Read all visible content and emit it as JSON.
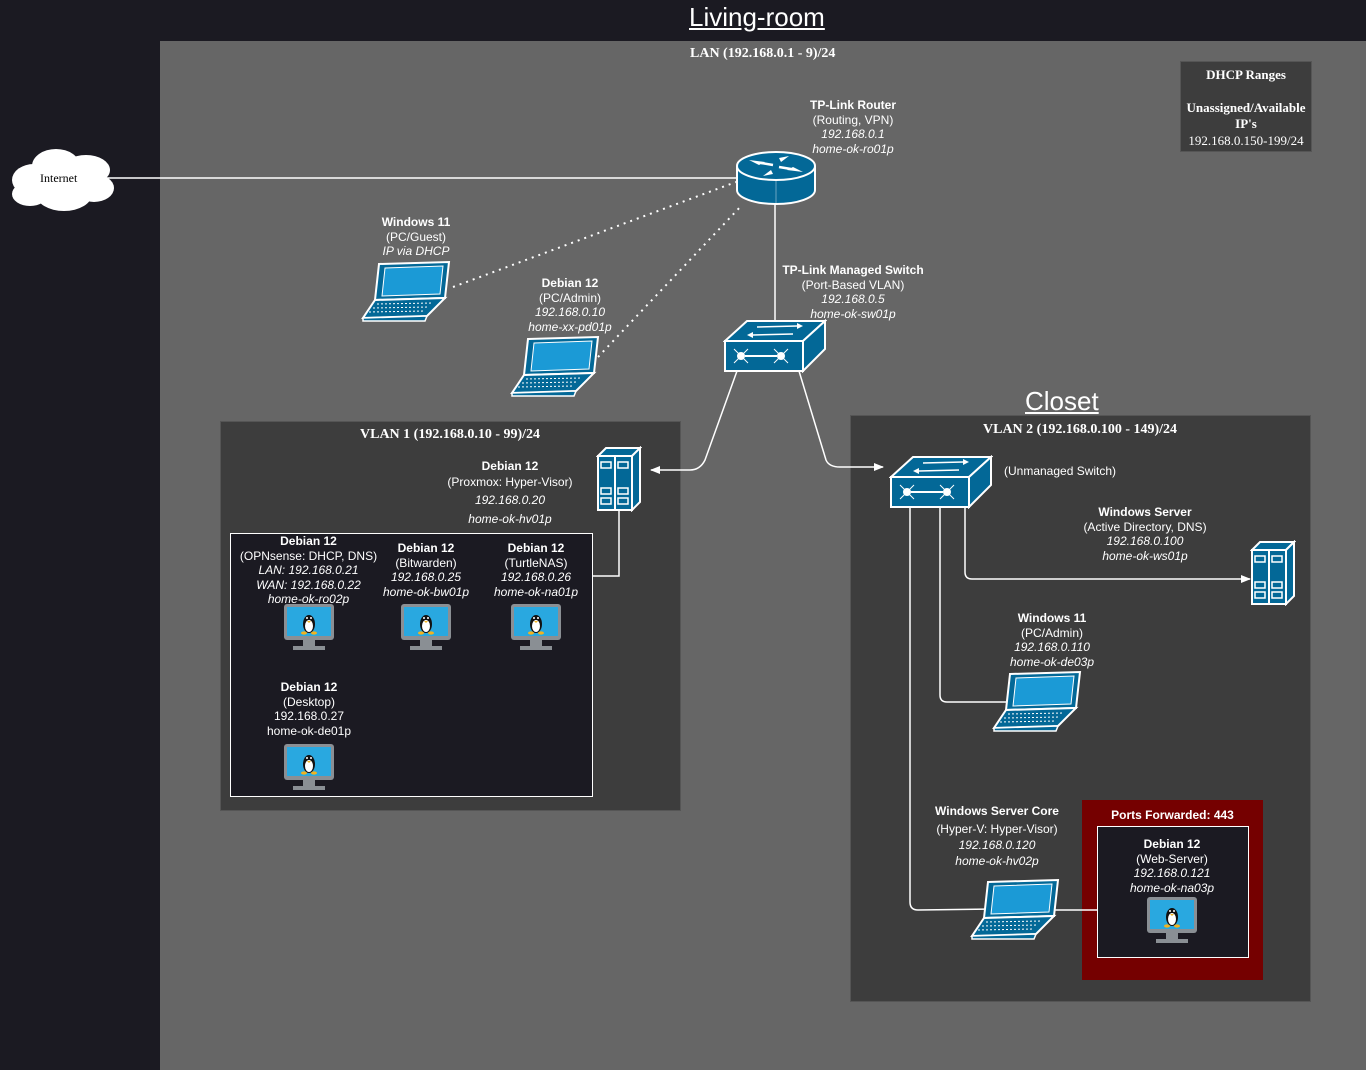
{
  "titles": {
    "living_room": "Living-room",
    "closet": "Closet"
  },
  "zones": {
    "lan": "LAN (192.168.0.1 - 9)/24",
    "vlan1": "VLAN 1 (192.168.0.10 - 99)/24",
    "vlan2": "VLAN 2 (192.168.0.100 - 149)/24",
    "ports": "Ports Forwarded: 443"
  },
  "dhcp": {
    "title": "DHCP Ranges",
    "subtitle": "Unassigned/Available IP's",
    "range": "192.168.0.150-199/24"
  },
  "internet": "Internet",
  "devices": {
    "router": {
      "name": "TP-Link Router",
      "role": "(Routing, VPN)",
      "ip": "192.168.0.1",
      "host": "home-ok-ro01p",
      "icon": "router-icon"
    },
    "switch": {
      "name": "TP-Link Managed Switch",
      "role": "(Port-Based VLAN)",
      "ip": "192.168.0.5",
      "host": "home-ok-sw01p",
      "icon": "switch-icon"
    },
    "guest_pc": {
      "name": "Windows 11",
      "role": "(PC/Guest)",
      "ip": "IP via DHCP",
      "icon": "laptop-icon"
    },
    "admin_pc": {
      "name": "Debian 12",
      "role": "(PC/Admin)",
      "ip": "192.168.0.10",
      "host": "home-xx-pd01p",
      "icon": "laptop-icon"
    },
    "proxmox": {
      "name": "Debian 12",
      "role": "(Proxmox: Hyper-Visor)",
      "ip": "192.168.0.20",
      "host": "home-ok-hv01p",
      "icon": "server-icon"
    },
    "unmanaged_switch": {
      "role": "(Unmanaged Switch)",
      "icon": "switch-icon"
    },
    "win_server": {
      "name": "Windows Server",
      "role": "(Active Directory, DNS)",
      "ip": "192.168.0.100",
      "host": "home-ok-ws01p",
      "icon": "server-icon"
    },
    "win11_admin": {
      "name": "Windows 11",
      "role": "(PC/Admin)",
      "ip": "192.168.0.110",
      "host": "home-ok-de03p",
      "icon": "laptop-icon"
    },
    "server_core": {
      "name": "Windows Server Core",
      "role": "(Hyper-V: Hyper-Visor)",
      "ip": "192.168.0.120",
      "host": "home-ok-hv02p",
      "icon": "laptop-icon"
    }
  },
  "vms": {
    "opnsense": {
      "name": "Debian 12",
      "role": "(OPNsense: DHCP, DNS)",
      "lan": "LAN: 192.168.0.21",
      "wan": "WAN: 192.168.0.22",
      "host": "home-ok-ro02p",
      "icon": "linux-monitor-icon"
    },
    "bitwarden": {
      "name": "Debian 12",
      "role": "(Bitwarden)",
      "ip": "192.168.0.25",
      "host": "home-ok-bw01p",
      "icon": "linux-monitor-icon"
    },
    "turtlenas": {
      "name": "Debian 12",
      "role": "(TurtleNAS)",
      "ip": "192.168.0.26",
      "host": "home-ok-na01p",
      "icon": "linux-monitor-icon"
    },
    "desktop": {
      "name": "Debian 12",
      "role": "(Desktop)",
      "ip": "192.168.0.27",
      "host": "home-ok-de01p",
      "icon": "linux-monitor-icon"
    },
    "webserver": {
      "name": "Debian 12",
      "role": "(Web-Server)",
      "ip": "192.168.0.121",
      "host": "home-ok-na03p",
      "icon": "linux-monitor-icon"
    }
  },
  "colors": {
    "background": "#1b1a22",
    "lan_zone": "#666666",
    "vlan_zone": "#3d3d3d",
    "ports_zone": "#750000",
    "device_blue": "#036897",
    "screen_blue": "#1b9ad6"
  }
}
